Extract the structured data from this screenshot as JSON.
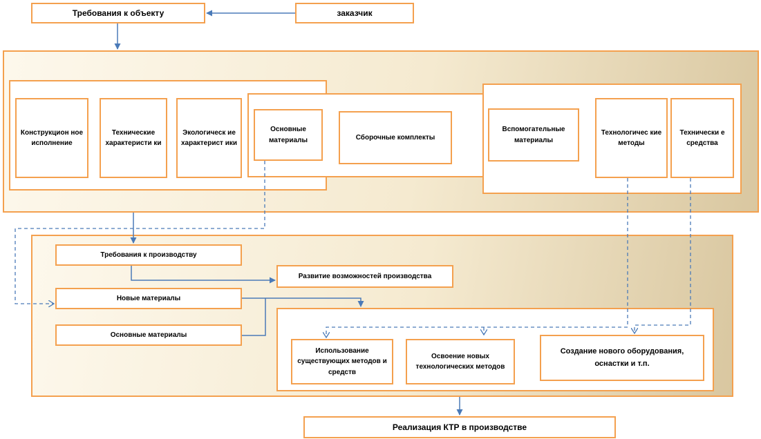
{
  "top": {
    "requirements_object": "Требования к объекту",
    "customer": "заказчик"
  },
  "object_block": {
    "design_execution": "Конструкцион ное исполнение",
    "technical_characteristics": "Технические характеристи ки",
    "ecological_characteristics": "Экологическ ие характерист ики",
    "basic_materials": "Основные материалы",
    "assembly_kits": "Сборочные комплекты",
    "auxiliary_materials": "Вспомогательные материалы",
    "technological_methods": "Технологичес кие методы",
    "technical_means": "Технически е средства"
  },
  "production_block": {
    "production_requirements": "Требования к производству",
    "production_development": "Развитие возможностей производства",
    "new_materials": "Новые материалы",
    "basic_materials": "Основные материалы",
    "use_existing_methods": "Использование существующих методов и средств",
    "mastering_new_methods": "Освоение новых технологических методов",
    "new_equipment": "Создание нового оборудования, оснастки и т.п."
  },
  "bottom": {
    "implementation": "Реализация КТР в производстве"
  },
  "colors": {
    "border": "#f4a04e",
    "arrow": "#4a7ab8"
  }
}
